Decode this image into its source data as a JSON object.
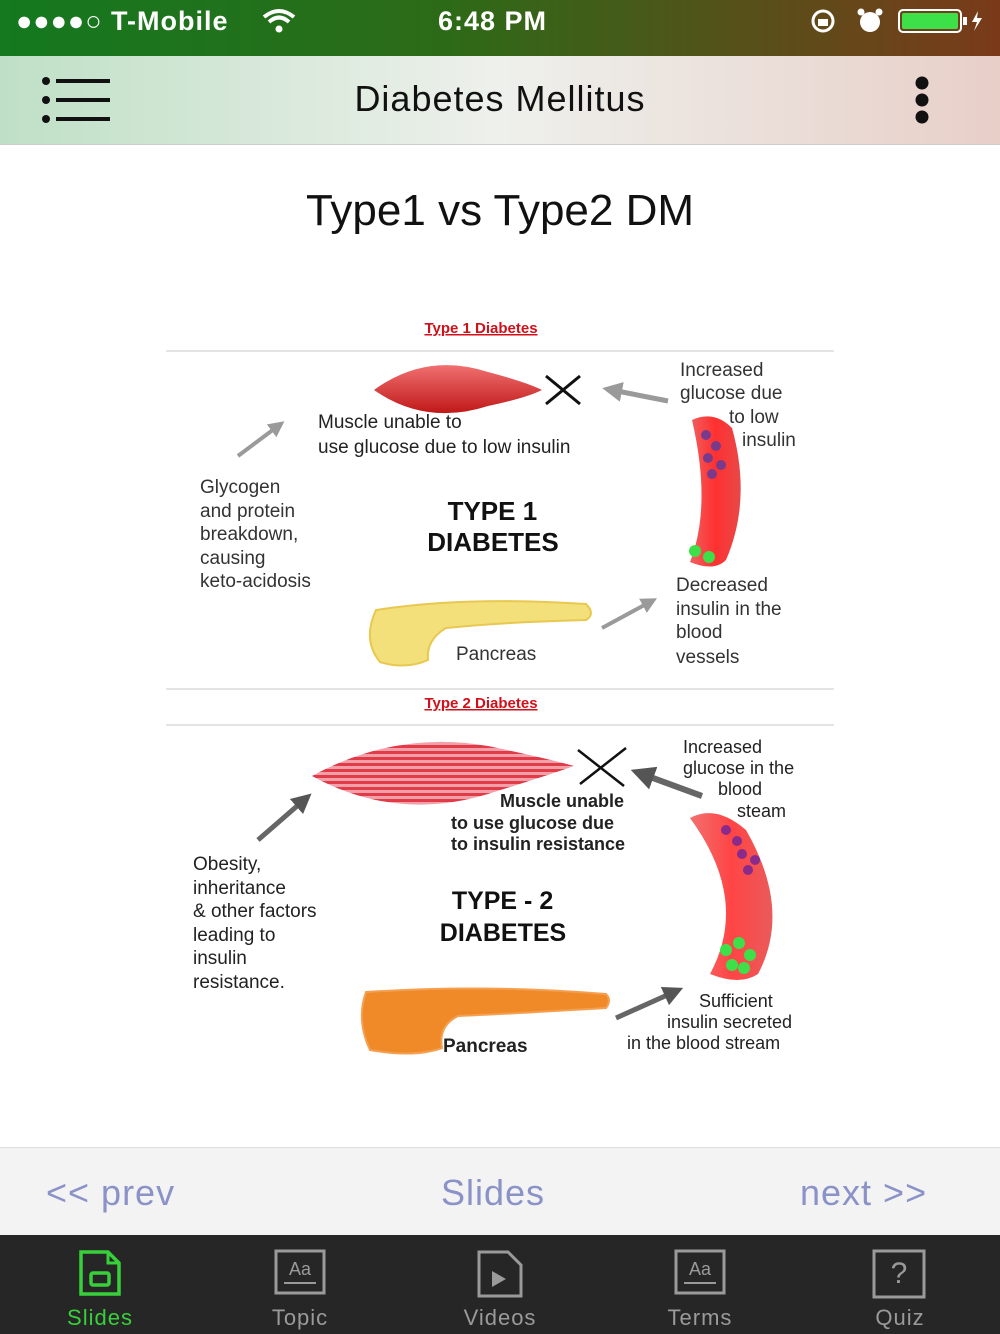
{
  "status": {
    "carrier": "●●●●○ T-Mobile",
    "time": "6:48 PM"
  },
  "navbar": {
    "title": "Diabetes Mellitus"
  },
  "slide": {
    "title": "Type1 vs Type2 DM"
  },
  "diagram": {
    "type1": {
      "header": "Type 1 Diabetes",
      "center": [
        "TYPE 1",
        "DIABETES"
      ],
      "muscle": [
        "Muscle unable to",
        "use glucose due to low insulin"
      ],
      "glucose": [
        "Increased",
        "glucose due",
        "to low",
        "insulin"
      ],
      "cause": [
        "Glycogen",
        "and protein",
        "breakdown,",
        "causing",
        "keto-acidosis"
      ],
      "insulin": [
        "Decreased",
        "insulin in the",
        "blood",
        "vessels"
      ],
      "pancreas": "Pancreas"
    },
    "type2": {
      "header": "Type 2 Diabetes",
      "center": [
        "TYPE - 2",
        "DIABETES"
      ],
      "muscle": [
        "Muscle unable",
        "to use glucose due",
        "to insulin resistance"
      ],
      "glucose": [
        "Increased",
        "glucose in the",
        "blood",
        "steam"
      ],
      "cause": [
        "Obesity,",
        "inheritance",
        "& other factors",
        "leading to",
        "insulin",
        "resistance."
      ],
      "insulin": [
        "Sufficient",
        "insulin secreted",
        "in the blood stream"
      ],
      "pancreas": "Pancreas"
    }
  },
  "pager": {
    "prev": "<< prev",
    "center": "Slides",
    "next": "next >>"
  },
  "tabs": [
    {
      "label": "Slides",
      "icon": "slides-icon",
      "active": true
    },
    {
      "label": "Topic",
      "icon": "topic-icon",
      "active": false
    },
    {
      "label": "Videos",
      "icon": "videos-icon",
      "active": false
    },
    {
      "label": "Terms",
      "icon": "terms-icon",
      "active": false
    },
    {
      "label": "Quiz",
      "icon": "quiz-icon",
      "active": false
    }
  ],
  "colors": {
    "tab_active": "#38d03a",
    "pager_text": "#8a92c8",
    "header_red": "#d0101a"
  }
}
